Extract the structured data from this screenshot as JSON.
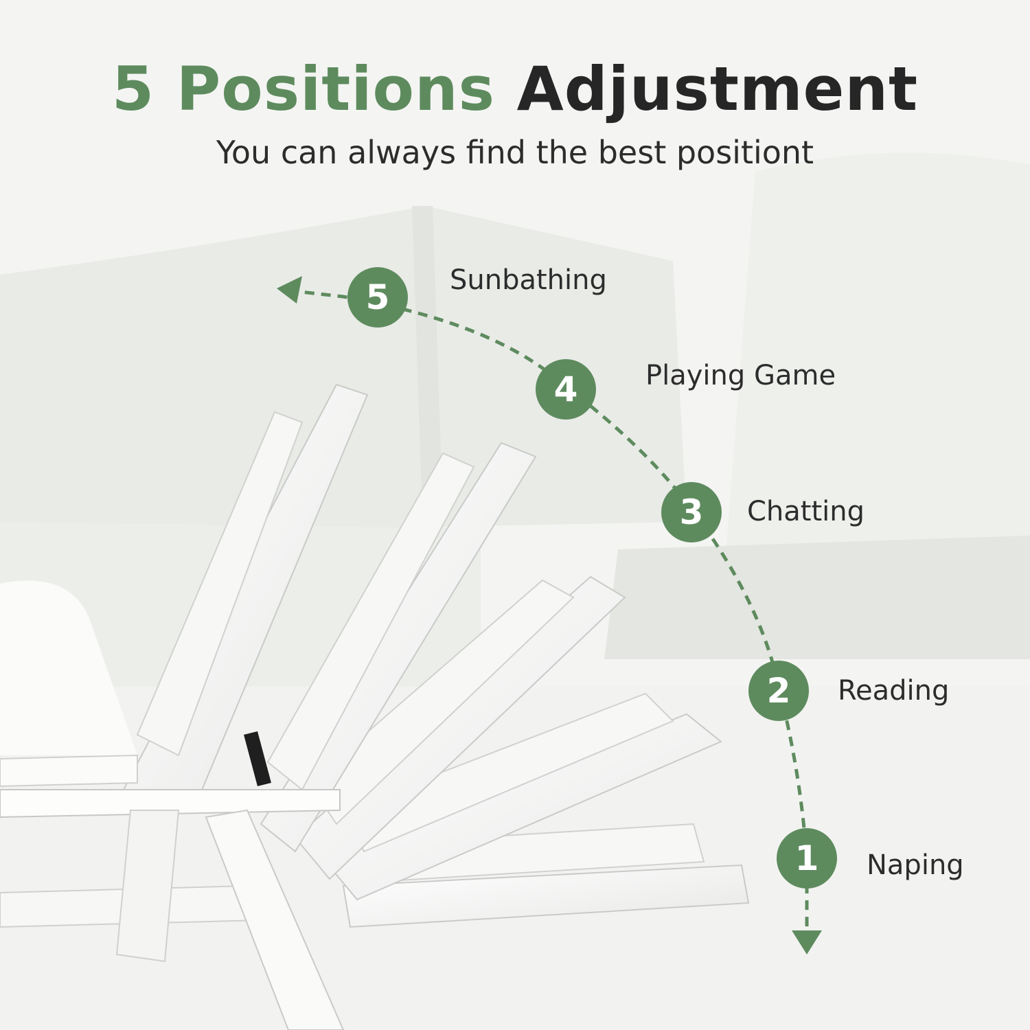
{
  "header": {
    "title_accent": "5 Positions",
    "title_rest": "Adjustment",
    "subtitle": "You can always find the best positiont"
  },
  "positions": [
    {
      "number": "5",
      "label": "Sunbathing"
    },
    {
      "number": "4",
      "label": "Playing Game"
    },
    {
      "number": "3",
      "label": "Chatting"
    },
    {
      "number": "2",
      "label": "Reading"
    },
    {
      "number": "1",
      "label": "Naping"
    }
  ],
  "colors": {
    "accent": "#5e8b5e",
    "text": "#262626"
  }
}
